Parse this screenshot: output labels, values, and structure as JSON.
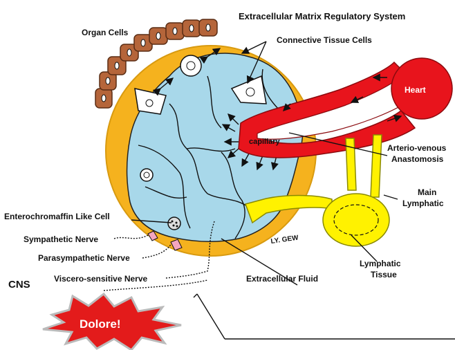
{
  "title": "Extracellular Matrix  Regulatory System",
  "labels": {
    "organ_cells": "Organ Cells",
    "connective_tissue_cells": "Connective Tissue Cells",
    "heart": "Heart",
    "capillary": "capillary",
    "arterio_venous_1": "Arterio-venous",
    "arterio_venous_2": "Anastomosis",
    "main_lymphatic_1": "Main",
    "main_lymphatic_2": "Lymphatic",
    "enterochromaffin": "Enterochromaffin Like Cell",
    "sympathetic": "Sympathetic Nerve",
    "parasympathetic": "Parasympathetic Nerve",
    "visceral": "Viscero-sensitive Nerve",
    "cns": "CNS",
    "ly_gew": "LY. GEW",
    "extracellular_fluid": "Extracellular Fluid",
    "lymphatic_tissue_1": "Lymphatic",
    "lymphatic_tissue_2": "Tissue",
    "dolore": "Dolore!"
  },
  "colors": {
    "matrix_ring": "#F5B21E",
    "fluid": "#A8D8EA",
    "blood": "#E8141C",
    "lymph": "#FFF200",
    "organ_cell": "#B5653A",
    "burst": "#E31B1B"
  }
}
